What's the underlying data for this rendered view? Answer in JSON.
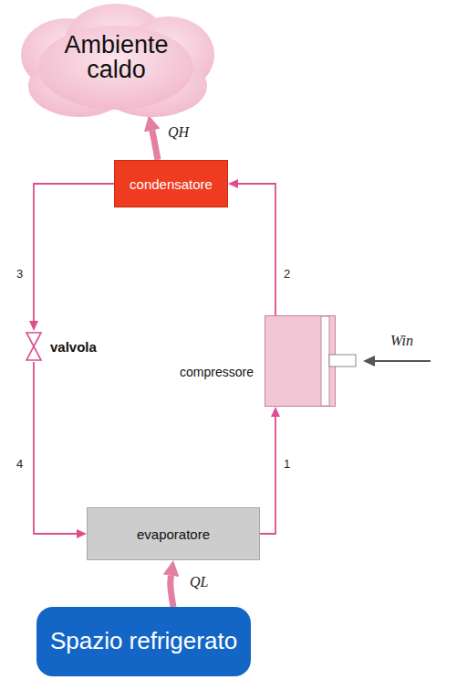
{
  "diagram": {
    "nodes": [
      {
        "text": [
          "Ambiente caldo"
        ]
      },
      {
        "text": [
          "condensatore"
        ]
      },
      {
        "text": [
          "valvola"
        ]
      },
      {
        "text": [
          "compressore"
        ]
      },
      {
        "text": [
          "evaporatore"
        ]
      },
      {
        "text": [
          "Spazio refrigerato"
        ]
      }
    ],
    "edges": [
      {
        "from": 1,
        "to": 2,
        "label": "3",
        "arrow": "to"
      },
      {
        "from": 2,
        "to": 4,
        "label": "4",
        "arrow": "to"
      },
      {
        "from": 4,
        "to": 3,
        "label": "1",
        "arrow": "to"
      },
      {
        "from": 3,
        "to": 1,
        "label": "2",
        "arrow": "to"
      },
      {
        "from": 1,
        "to": 0,
        "label": "QH",
        "arrow": "to"
      },
      {
        "from": 5,
        "to": 4,
        "label": "QL",
        "arrow": "to"
      }
    ],
    "labels": [
      "Win"
    ]
  }
}
